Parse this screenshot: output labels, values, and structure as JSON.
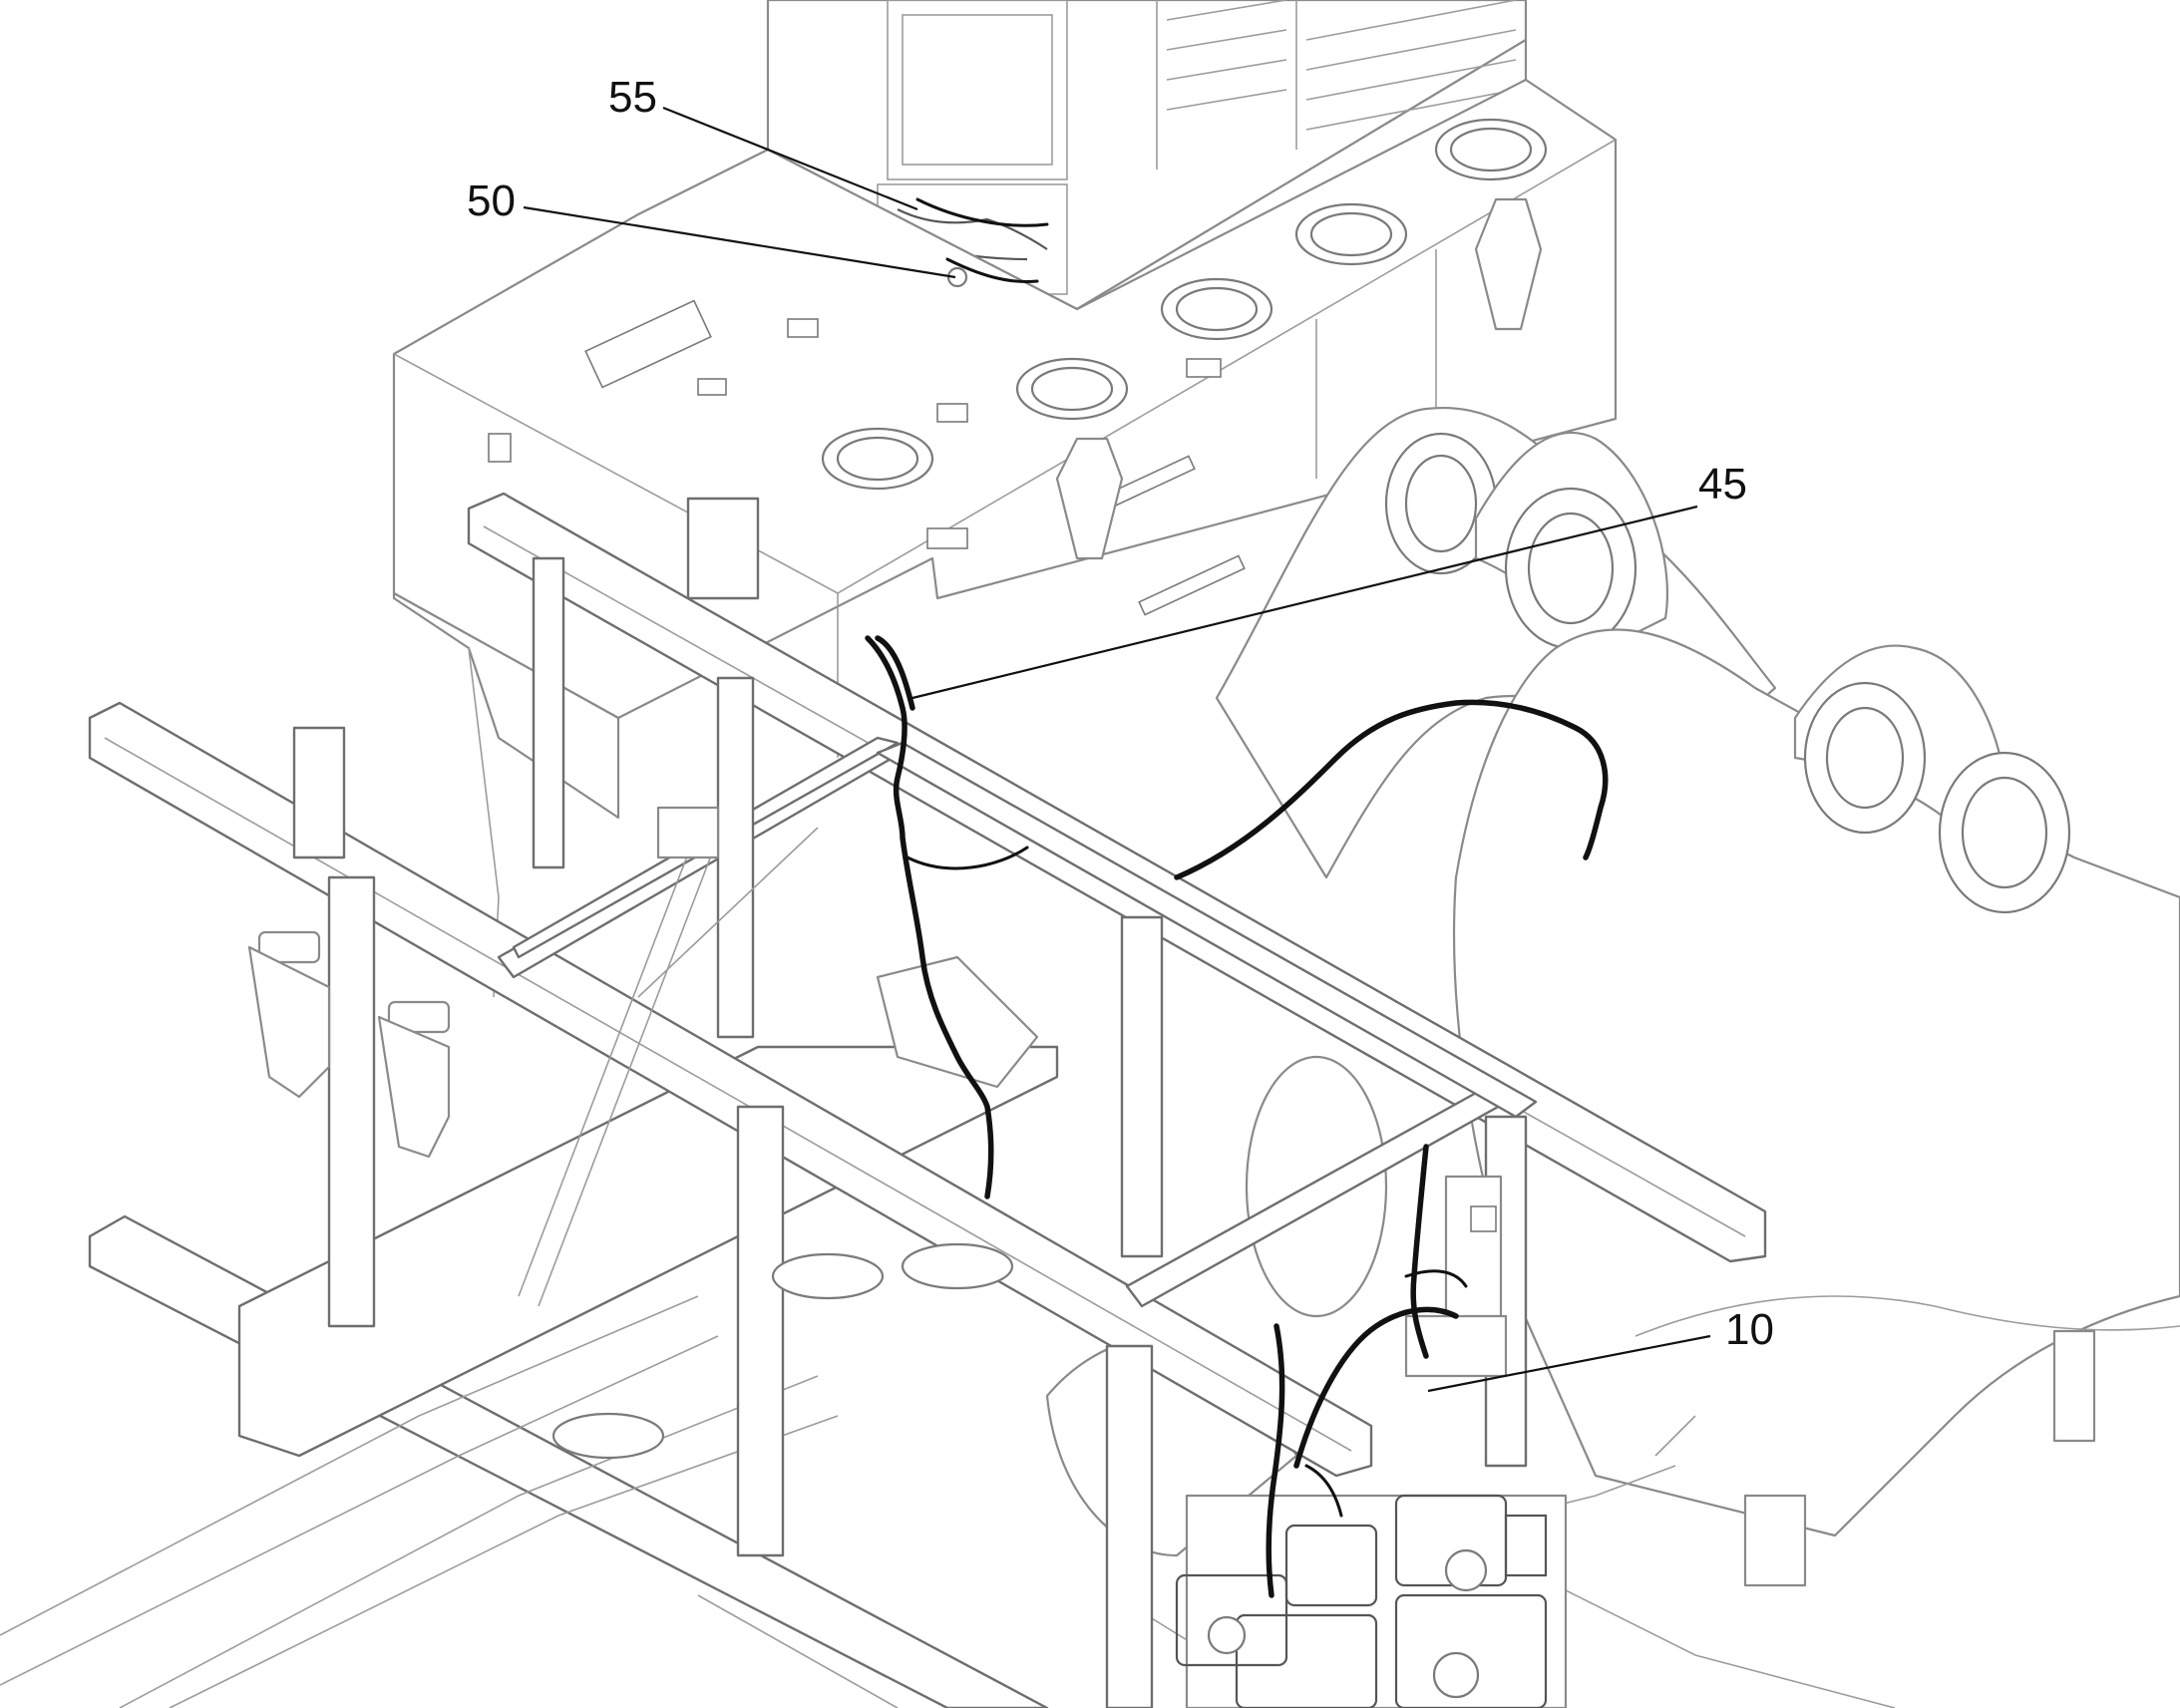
{
  "diagram": {
    "callouts": [
      {
        "id": "55",
        "label": "55"
      },
      {
        "id": "50",
        "label": "50"
      },
      {
        "id": "45",
        "label": "45"
      },
      {
        "id": "10",
        "label": "10"
      }
    ],
    "colors": {
      "line_art": "#8a8a8a",
      "harness": "#111111",
      "background": "#ffffff"
    }
  }
}
